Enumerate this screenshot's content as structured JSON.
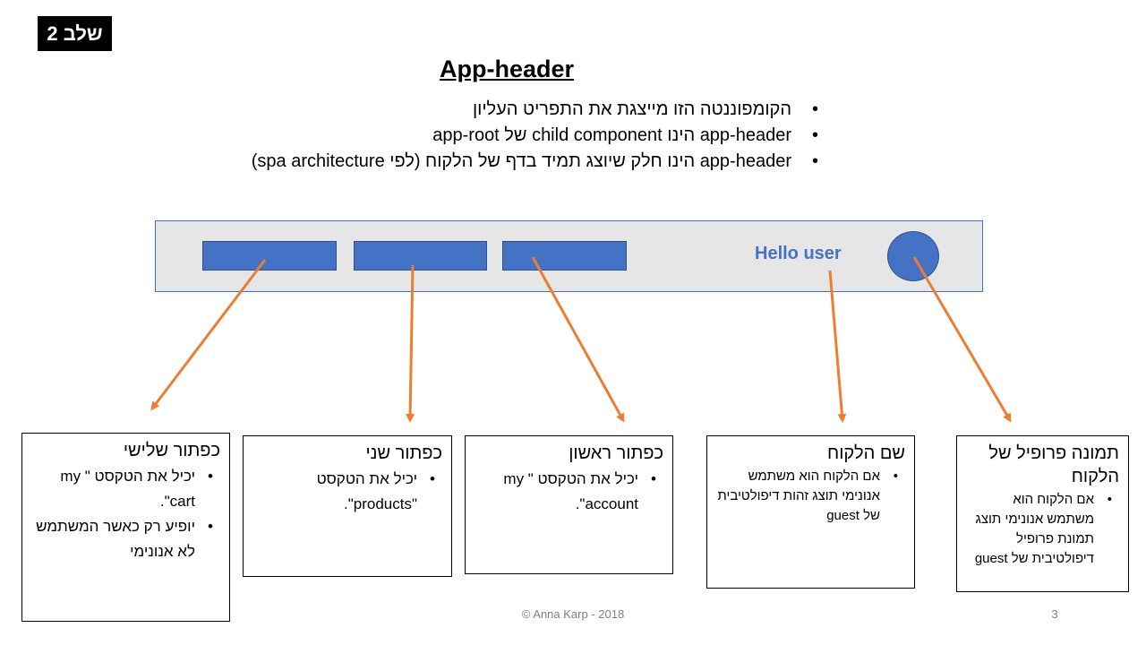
{
  "step_badge": "שלב 2",
  "title": "App-header",
  "bullets": [
    "הקומפוננטה הזו מייצגת את התפריט העליון",
    "app-header הינו child component של app-root",
    "app-header הינו חלק שיוצג תמיד בדף של הלקוח (לפי spa architecture)"
  ],
  "mock_header": {
    "greeting": "Hello user",
    "colors": {
      "background": "#e6e6e6",
      "accent": "#4472c4",
      "arrow": "#ed7d31"
    }
  },
  "boxes": {
    "third_button": {
      "title": "כפתור שלישי",
      "items": [
        "יכיל את הטקסט \" my cart\".",
        "יופיע רק כאשר המשתמש לא אנונימי"
      ]
    },
    "second_button": {
      "title": "כפתור שני",
      "items": [
        "יכיל את הטקסט \"products\"."
      ]
    },
    "first_button": {
      "title": "כפתור ראשון",
      "items": [
        "יכיל את הטקסט \" my account\"."
      ]
    },
    "customer_name": {
      "title": "שם הלקוח",
      "items": [
        "אם הלקוח הוא משתמש אנונימי תוצג זהות דיפולטיבית של guest"
      ]
    },
    "profile_picture": {
      "title": "תמונה פרופיל של הלקוח",
      "items": [
        "אם הלקוח הוא משתמש אנונימי תוצג תמונת פרופיל דיפולטיבית של guest"
      ]
    }
  },
  "footer": "© Anna Karp - 2018",
  "page_number": "3"
}
